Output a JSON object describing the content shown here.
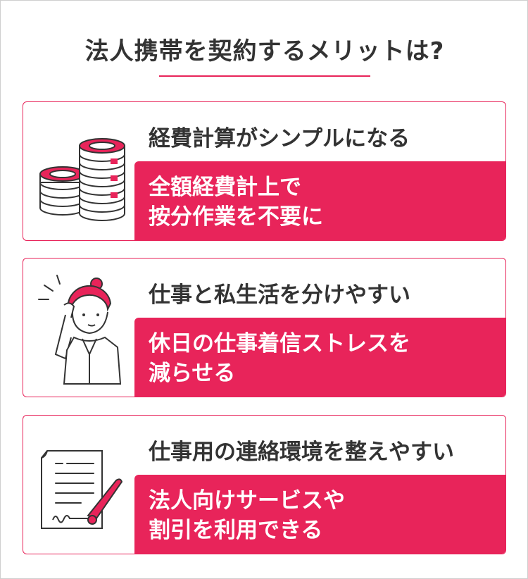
{
  "title": "法人携帯を契約するメリットは?",
  "colors": {
    "accent": "#e8245a",
    "text": "#333333",
    "border": "#cfcfcf"
  },
  "cards": [
    {
      "icon": "coin-stack-icon",
      "heading": "経費計算がシンプルになる",
      "band_lines": [
        "全額経費計上で",
        "按分作業を不要に"
      ]
    },
    {
      "icon": "thinking-woman-icon",
      "heading": "仕事と私生活を分けやすい",
      "band_lines": [
        "休日の仕事着信ストレスを",
        "減らせる"
      ]
    },
    {
      "icon": "contract-signing-icon",
      "heading": "仕事用の連絡環境を整えやすい",
      "band_lines": [
        "法人向けサービスや",
        "割引を利用できる"
      ]
    }
  ]
}
